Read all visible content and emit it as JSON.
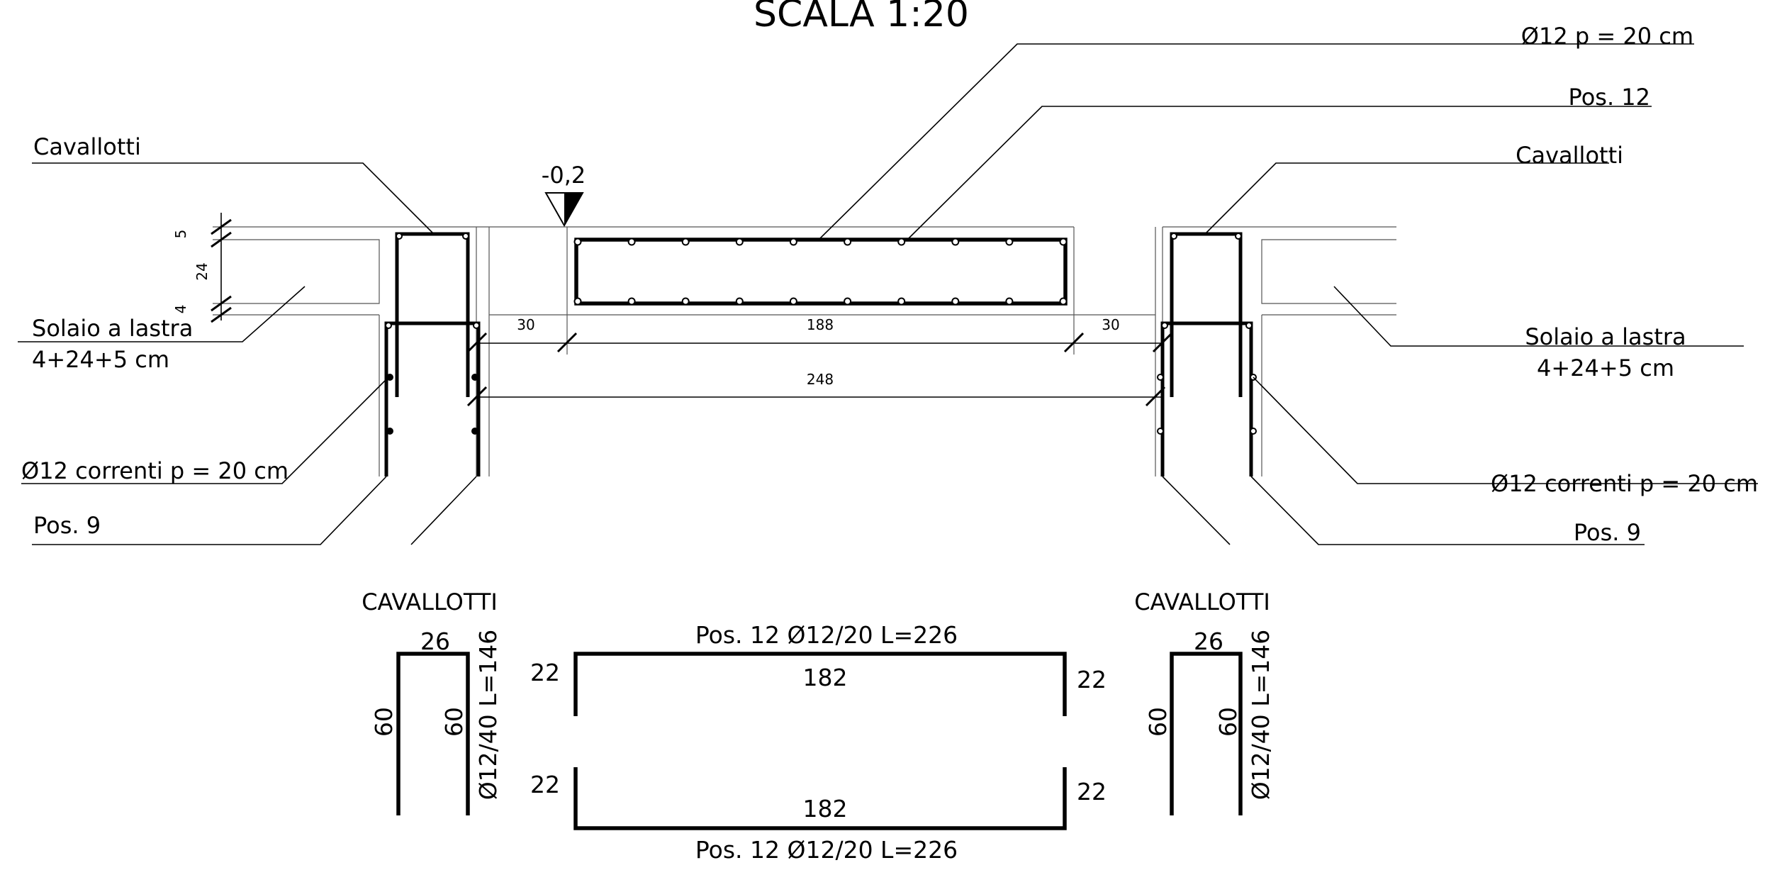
{
  "title": "SCALA 1:20",
  "labels": {
    "top_bar": "Ø12 p = 20 cm",
    "top_pos": "Pos. 12",
    "cavallotti_left": "Cavallotti",
    "cavallotti_right": "Cavallotti",
    "solaio_left_1": "Solaio a lastra",
    "solaio_left_2": "4+24+5 cm",
    "solaio_right_1": "Solaio a lastra",
    "solaio_right_2": "4+24+5 cm",
    "correnti_left": "Ø12 correnti p = 20 cm",
    "correnti_right": "Ø12 correnti p = 20 cm",
    "pos9_left": "Pos. 9",
    "pos9_right": "Pos. 9",
    "level": "-0,2"
  },
  "dimensions": {
    "slab_top": "5",
    "slab_core": "24",
    "slab_bottom": "4",
    "left_gap": "30",
    "beam_width": "188",
    "right_gap": "30",
    "total_width": "248"
  },
  "schedule": {
    "cav_left": {
      "title": "CAVALLOTTI",
      "top": "26",
      "left_leg": "60",
      "right_leg": "60",
      "spec": "Ø12/40 L=146"
    },
    "cav_right": {
      "title": "CAVALLOTTI",
      "top": "26",
      "left_leg": "60",
      "right_leg": "60",
      "spec": "Ø12/40 L=146"
    },
    "pos12_top": {
      "label": "Pos. 12 Ø12/20 L=226",
      "length": "182",
      "left_leg": "22",
      "right_leg": "22"
    },
    "pos12_bottom": {
      "label": "Pos. 12 Ø12/20 L=226",
      "length": "182",
      "left_leg": "22",
      "right_leg": "22"
    }
  }
}
